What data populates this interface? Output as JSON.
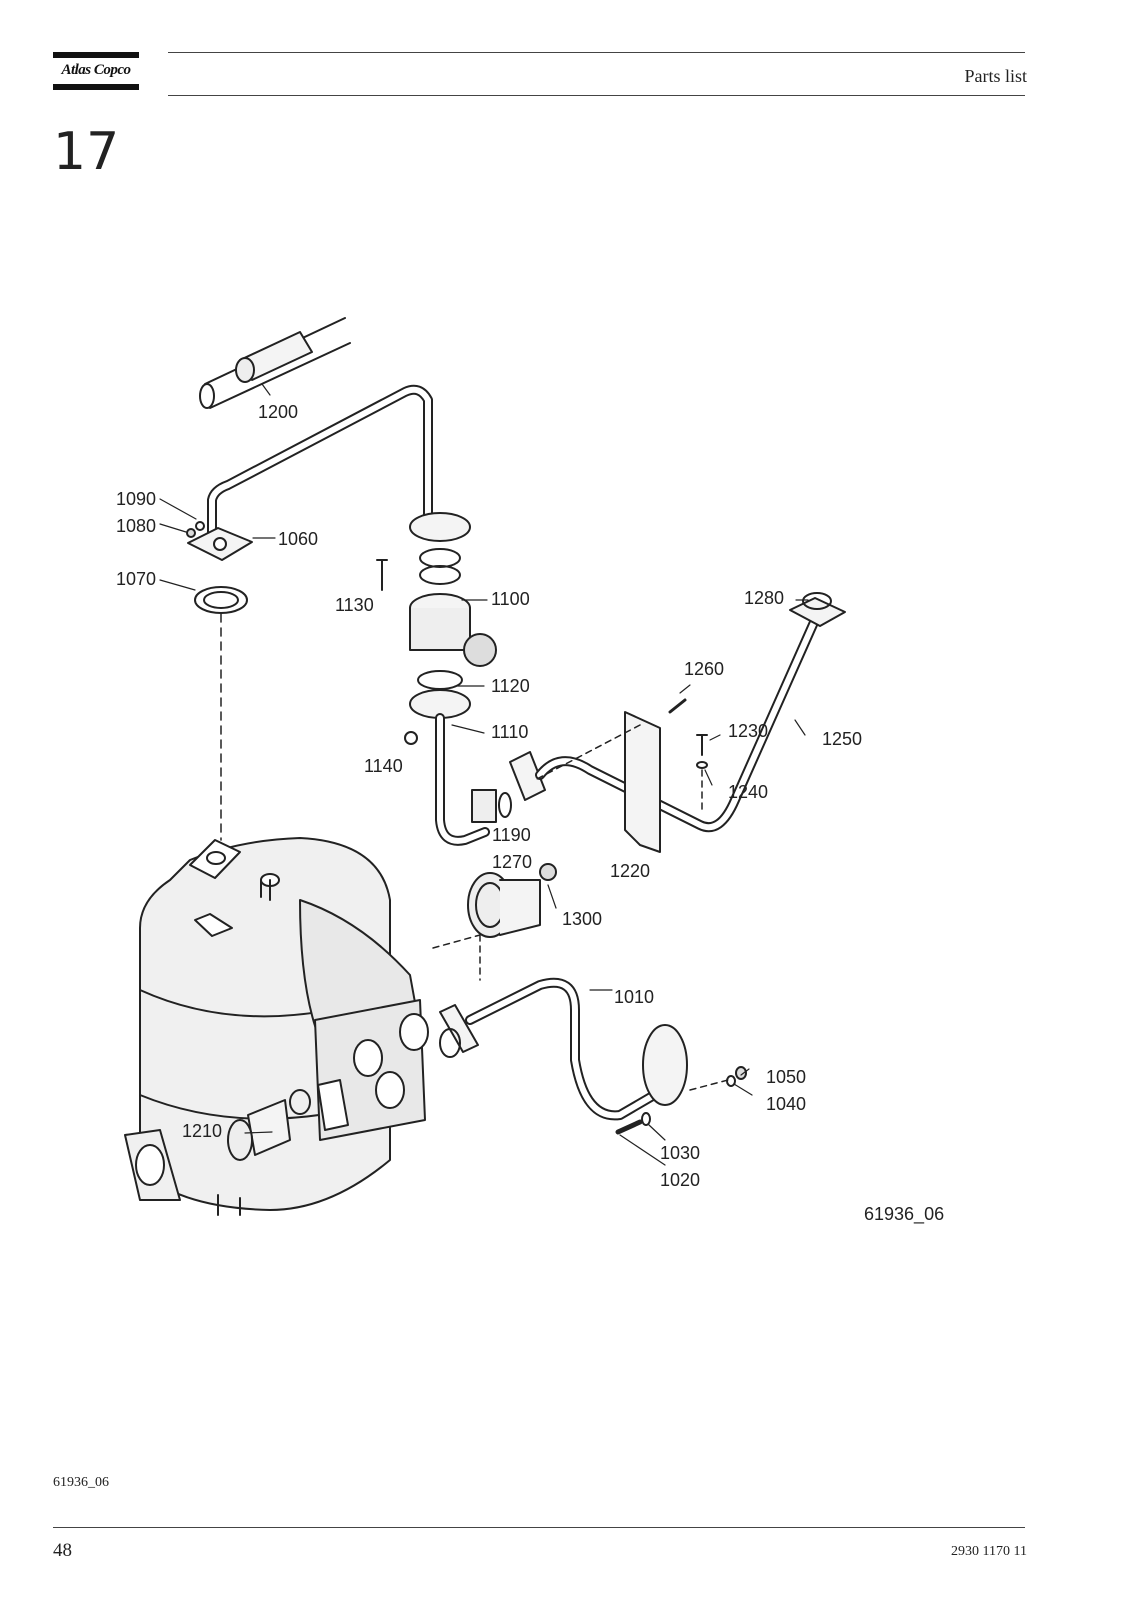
{
  "header": {
    "brand": "Atlas Copco",
    "title": "Parts list"
  },
  "section": {
    "number": "17"
  },
  "figure": {
    "id": "61936_06",
    "callouts": [
      "1200",
      "1090",
      "1080",
      "1060",
      "1070",
      "1130",
      "1100",
      "1280",
      "1260",
      "1230",
      "1250",
      "1120",
      "1110",
      "1140",
      "1240",
      "1190",
      "1270",
      "1220",
      "1300",
      "1010",
      "1050",
      "1040",
      "1210",
      "1030",
      "1020"
    ]
  },
  "footer": {
    "figure_ref": "61936_06",
    "page_number": "48",
    "doc_number": "2930 1170 11"
  }
}
